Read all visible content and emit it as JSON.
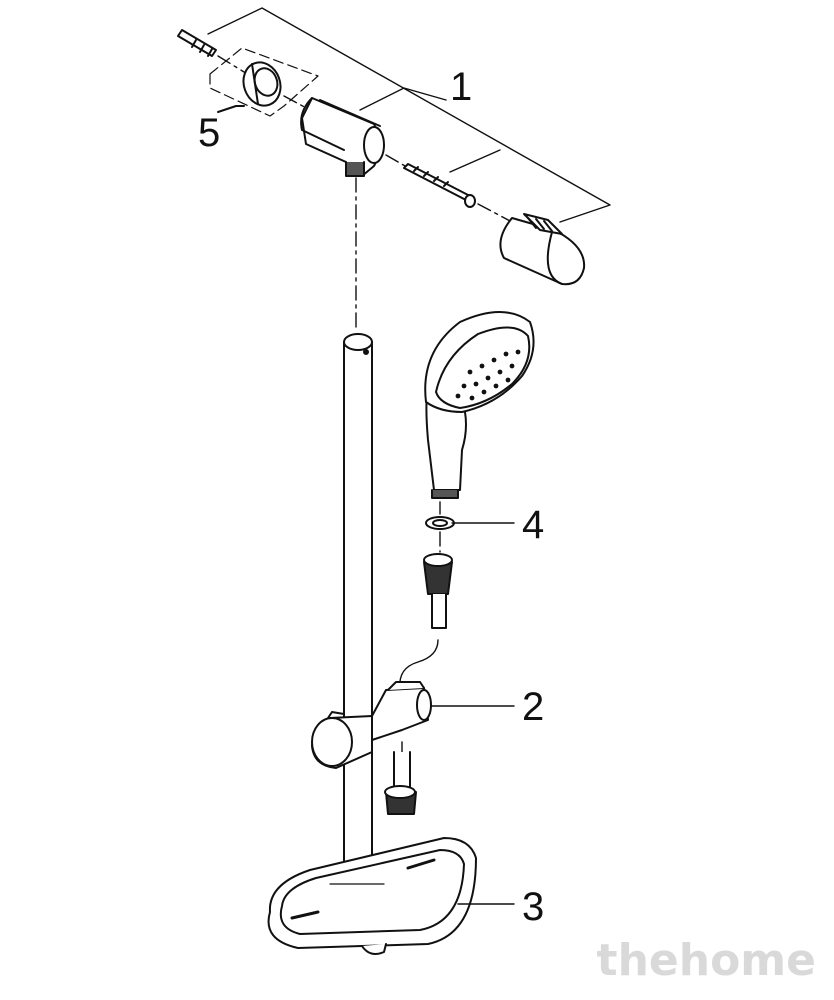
{
  "callouts": {
    "part_1": "1",
    "part_2": "2",
    "part_3": "3",
    "part_4": "4",
    "part_5": "5"
  },
  "watermark": "thehome",
  "colors": {
    "line": "#111111",
    "fill": "#ffffff",
    "watermark": "#d9d9d9"
  }
}
